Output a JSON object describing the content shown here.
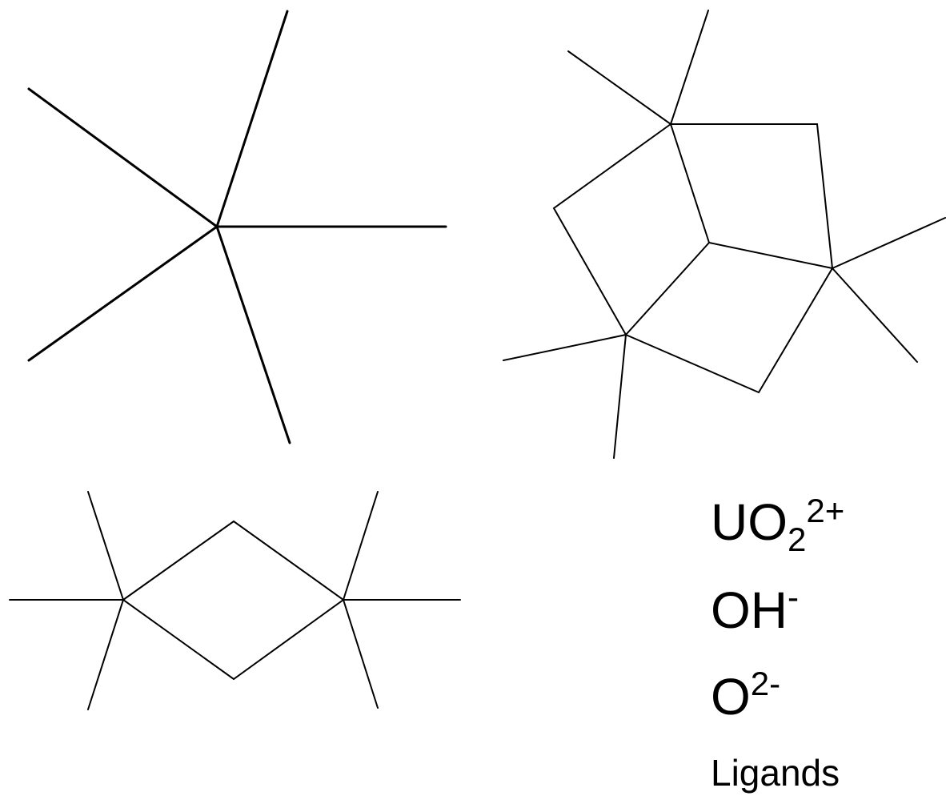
{
  "legend": {
    "uranyl": {
      "base": "UO",
      "sub": "2",
      "sup": "2+"
    },
    "hydroxide": {
      "base": "OH",
      "sup": "-"
    },
    "oxide": {
      "base": "O",
      "sup": "2-"
    },
    "ligands": "Ligands"
  },
  "colors": {
    "line": "#000000",
    "background": "#ffffff"
  }
}
